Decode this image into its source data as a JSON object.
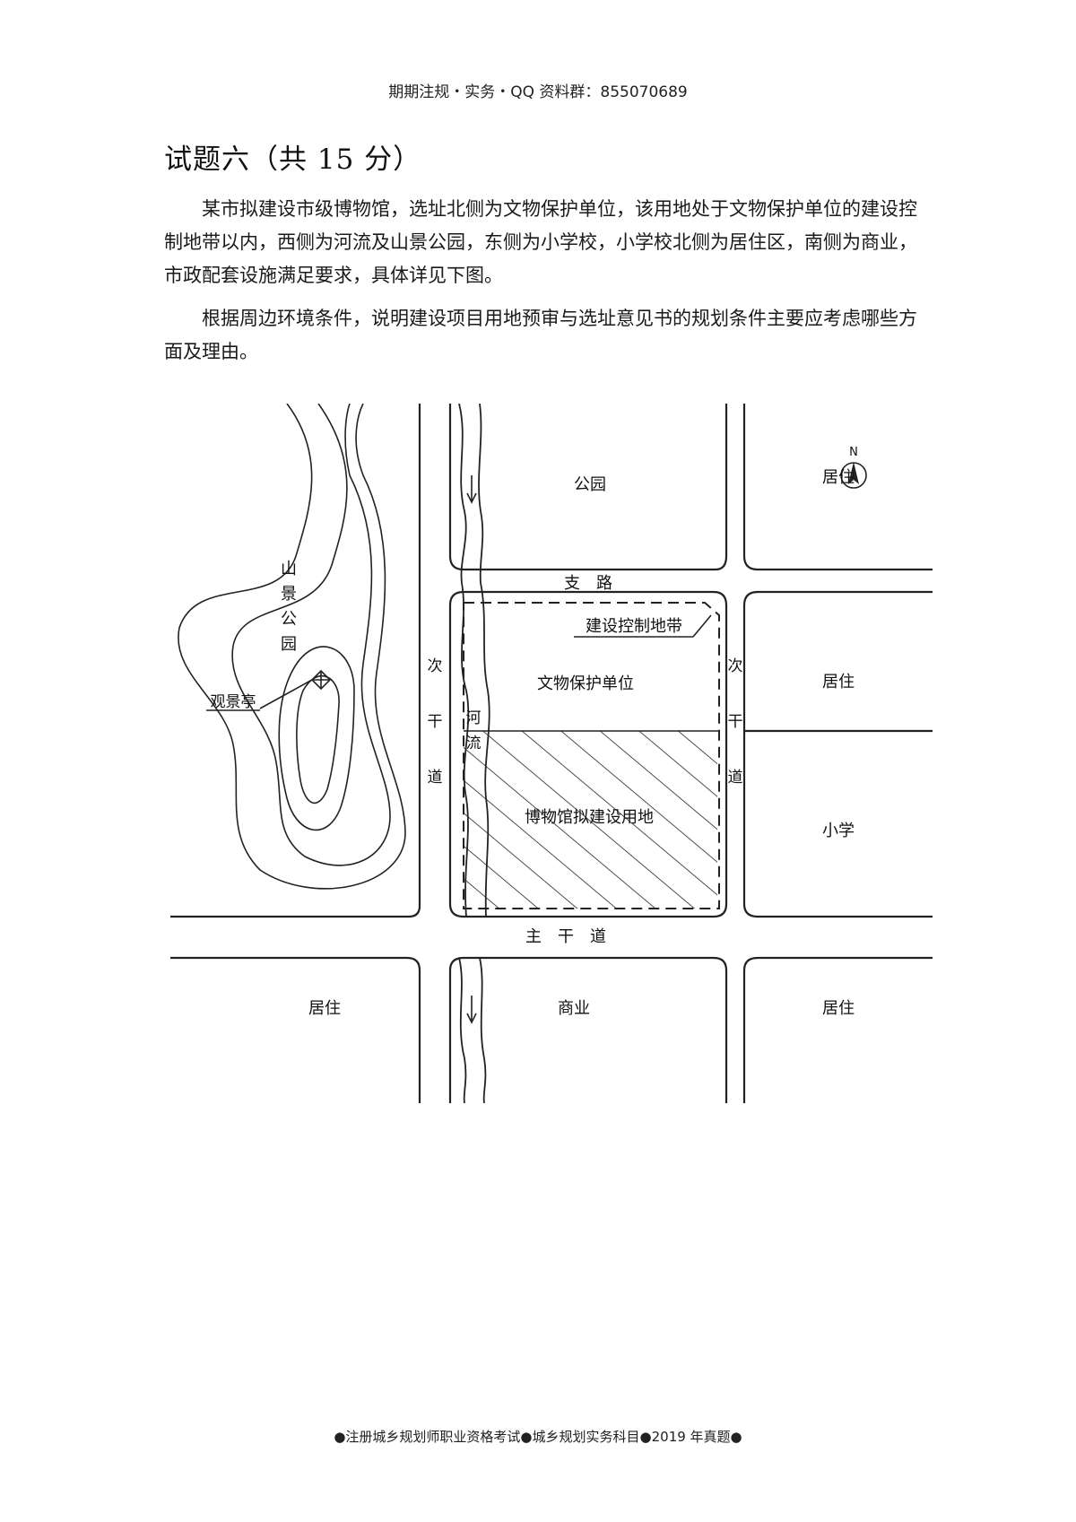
{
  "header": {
    "text": "期期注规・实务・QQ 资料群：855070689"
  },
  "title": "试题六（共 15 分）",
  "paragraphs": [
    "某市拟建设市级博物馆，选址北侧为文物保护单位，该用地处于文物保护单位的建设控制地带以内，西侧为河流及山景公园，东侧为小学校，小学校北侧为居住区，南侧为商业，市政配套设施满足要求，具体详见下图。",
    "根据周边环境条件，说明建设项目用地预审与选址意见书的规划条件主要应考虑哪些方面及理由。"
  ],
  "map": {
    "north": "N",
    "labels": {
      "park_north": "公园",
      "residential_ne": "居住",
      "branch_road": "支　路",
      "mountain_park": [
        "山",
        "景",
        "公",
        "园"
      ],
      "control_zone": "建设控制地带",
      "heritage_unit": "文物保护单位",
      "secondary_road_west": [
        "次",
        "干",
        "道"
      ],
      "secondary_road_east": [
        "次",
        "干",
        "道"
      ],
      "river": [
        "河",
        "流"
      ],
      "residential_east": "居住",
      "pavilion": "观景亭",
      "museum_site": "博物馆拟建设用地",
      "school": "小学",
      "main_road": "主　干　道",
      "residential_sw": "居住",
      "commercial": "商业",
      "residential_se": "居住"
    }
  },
  "footer": {
    "text": "●注册城乡规划师职业资格考试●城乡规划实务科目●2019 年真题●"
  }
}
